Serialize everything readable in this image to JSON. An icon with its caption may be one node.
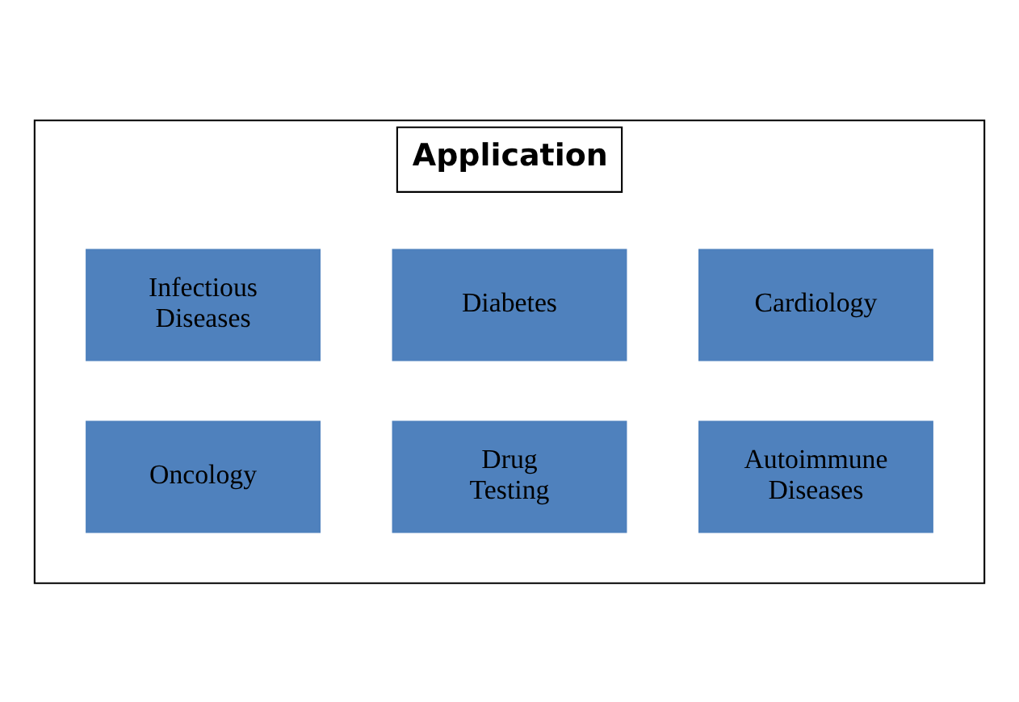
{
  "diagram": {
    "nodes": [
      {
        "text": [
          "Application"
        ]
      },
      {
        "text": [
          "Infectious Diseases"
        ],
        "in": 0
      },
      {
        "text": [
          "Diabetes"
        ],
        "in": 0
      },
      {
        "text": [
          "Cardiology"
        ],
        "in": 0
      },
      {
        "text": [
          "Oncology"
        ],
        "in": 0
      },
      {
        "text": [
          "Drug Testing"
        ],
        "in": 0
      },
      {
        "text": [
          "Autoimmune Diseases"
        ],
        "in": 0
      }
    ],
    "edges": []
  }
}
